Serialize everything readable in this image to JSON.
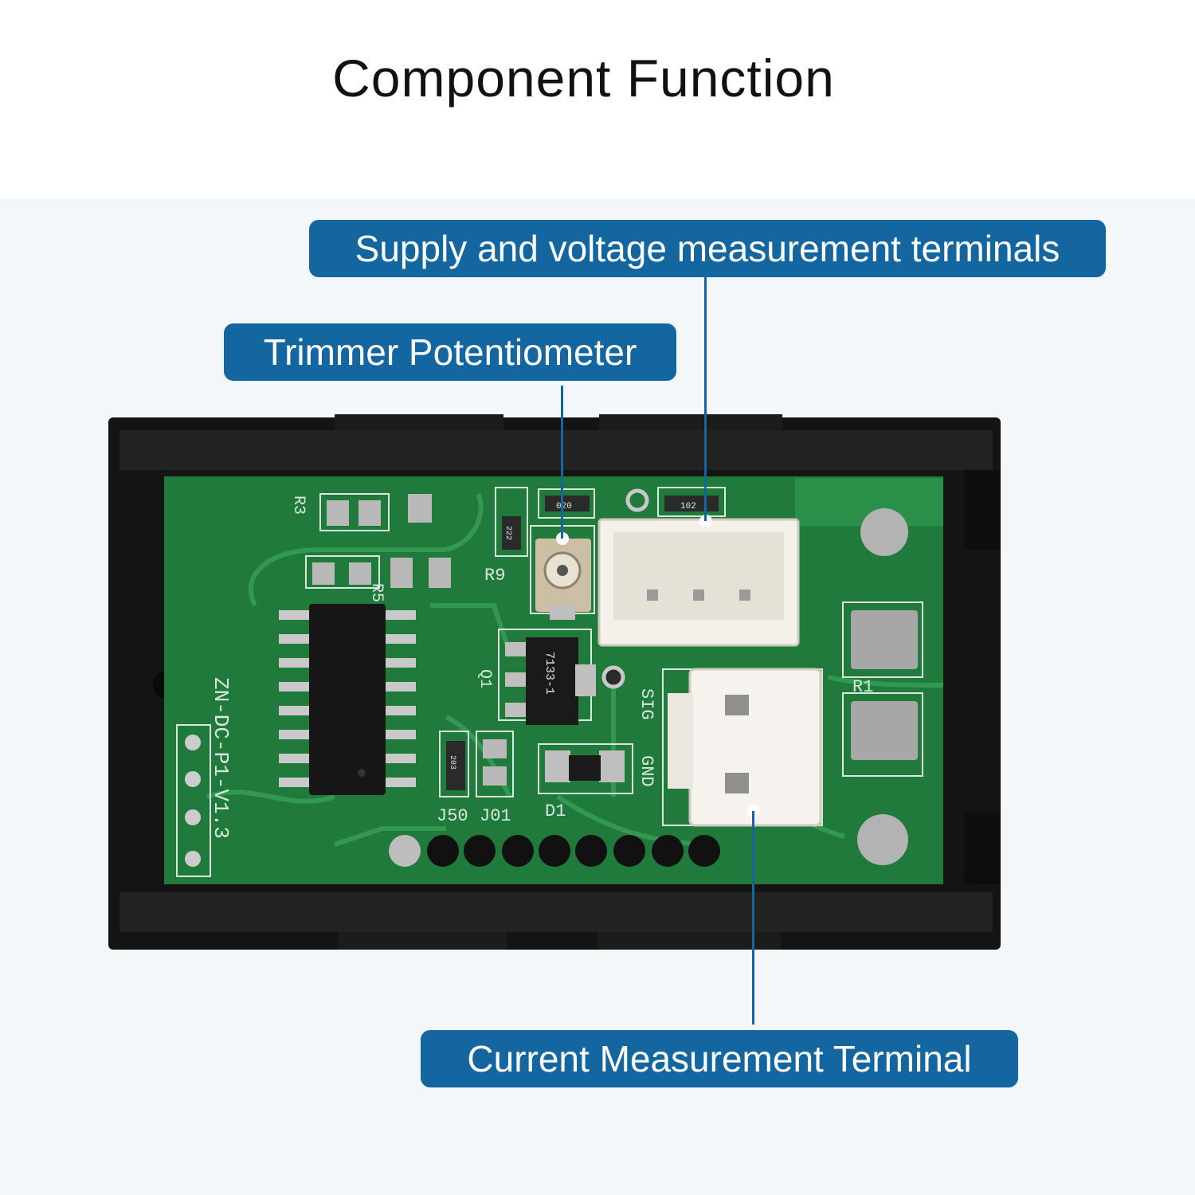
{
  "title": "Component Function",
  "callouts": {
    "supply": "Supply and voltage measurement terminals",
    "trimmer": "Trimmer Potentiometer",
    "current": "Current Measurement Terminal"
  },
  "board_markings": {
    "model": "ZN-DC-P1-V1.3",
    "r3": "R3",
    "r5": "R5",
    "r9": "R9",
    "r1": "R1",
    "q1": "Q1",
    "d1": "D1",
    "j50": "J50",
    "j01": "J01",
    "sig": "SIG",
    "gnd": "GND",
    "chip_mark": "7133-1",
    "res_102": "102",
    "res_020": "020",
    "res_222": "222",
    "res_203": "203"
  },
  "colors": {
    "callout_bg": "#1466a0",
    "pcb": "#1f7a3c",
    "housing": "#161616",
    "panel_bg": "#f4f7f9"
  }
}
